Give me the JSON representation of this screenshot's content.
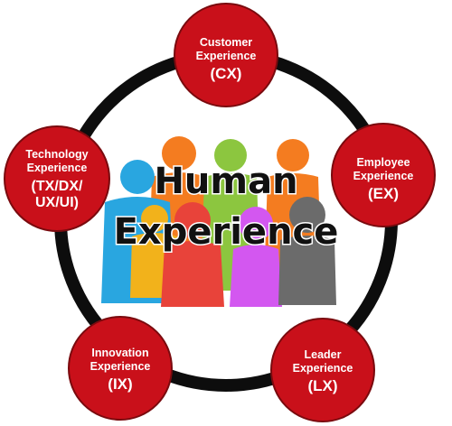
{
  "center": {
    "title_line1": "Human",
    "title_line2": "Experience"
  },
  "nodes": [
    {
      "id": "customer",
      "lines": [
        "Customer",
        "Experience",
        "(CX)"
      ]
    },
    {
      "id": "employee",
      "lines": [
        "Employee",
        "Experience",
        "(EX)"
      ]
    },
    {
      "id": "leader",
      "lines": [
        "Leader",
        "Experience",
        "(LX)"
      ]
    },
    {
      "id": "innovation",
      "lines": [
        "Innovation",
        "Experience",
        "(IX)"
      ]
    },
    {
      "id": "technology",
      "lines": [
        "Technology",
        "Experience",
        "(TX/DX/",
        "UX/UI)"
      ]
    }
  ],
  "colors": {
    "node_fill": "#c9101a",
    "node_border": "#7a0a0e",
    "ring": "#0d0d0d",
    "node_text": "#ffffff",
    "people": [
      "#29a6e0",
      "#f47c20",
      "#f2b21b",
      "#8cc63f",
      "#f47c20",
      "#e8433a",
      "#d357f0",
      "#6b6b6b"
    ]
  }
}
